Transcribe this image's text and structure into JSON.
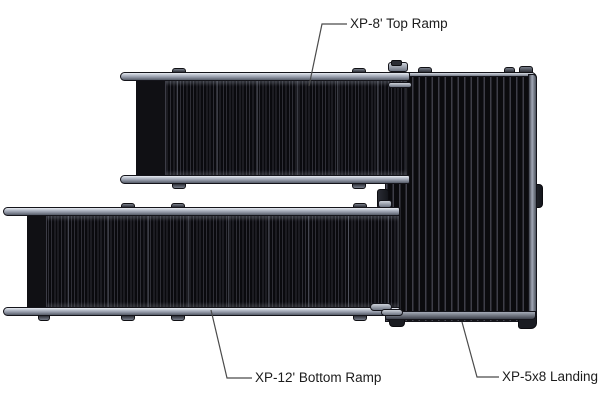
{
  "diagram": {
    "labels": {
      "top_ramp": "XP-8' Top Ramp",
      "bottom_ramp": "XP-12' Bottom Ramp",
      "landing": "XP-5x8 Landing"
    },
    "colors": {
      "background": "#ffffff",
      "ramp_surface": "#0a0a0e",
      "slat_highlight": "#3e3e48",
      "rail_gray": "#b9bfcb",
      "outline": "#14141a",
      "leader_line": "#4b4b4b",
      "label_text": "#1c1c1c"
    }
  }
}
